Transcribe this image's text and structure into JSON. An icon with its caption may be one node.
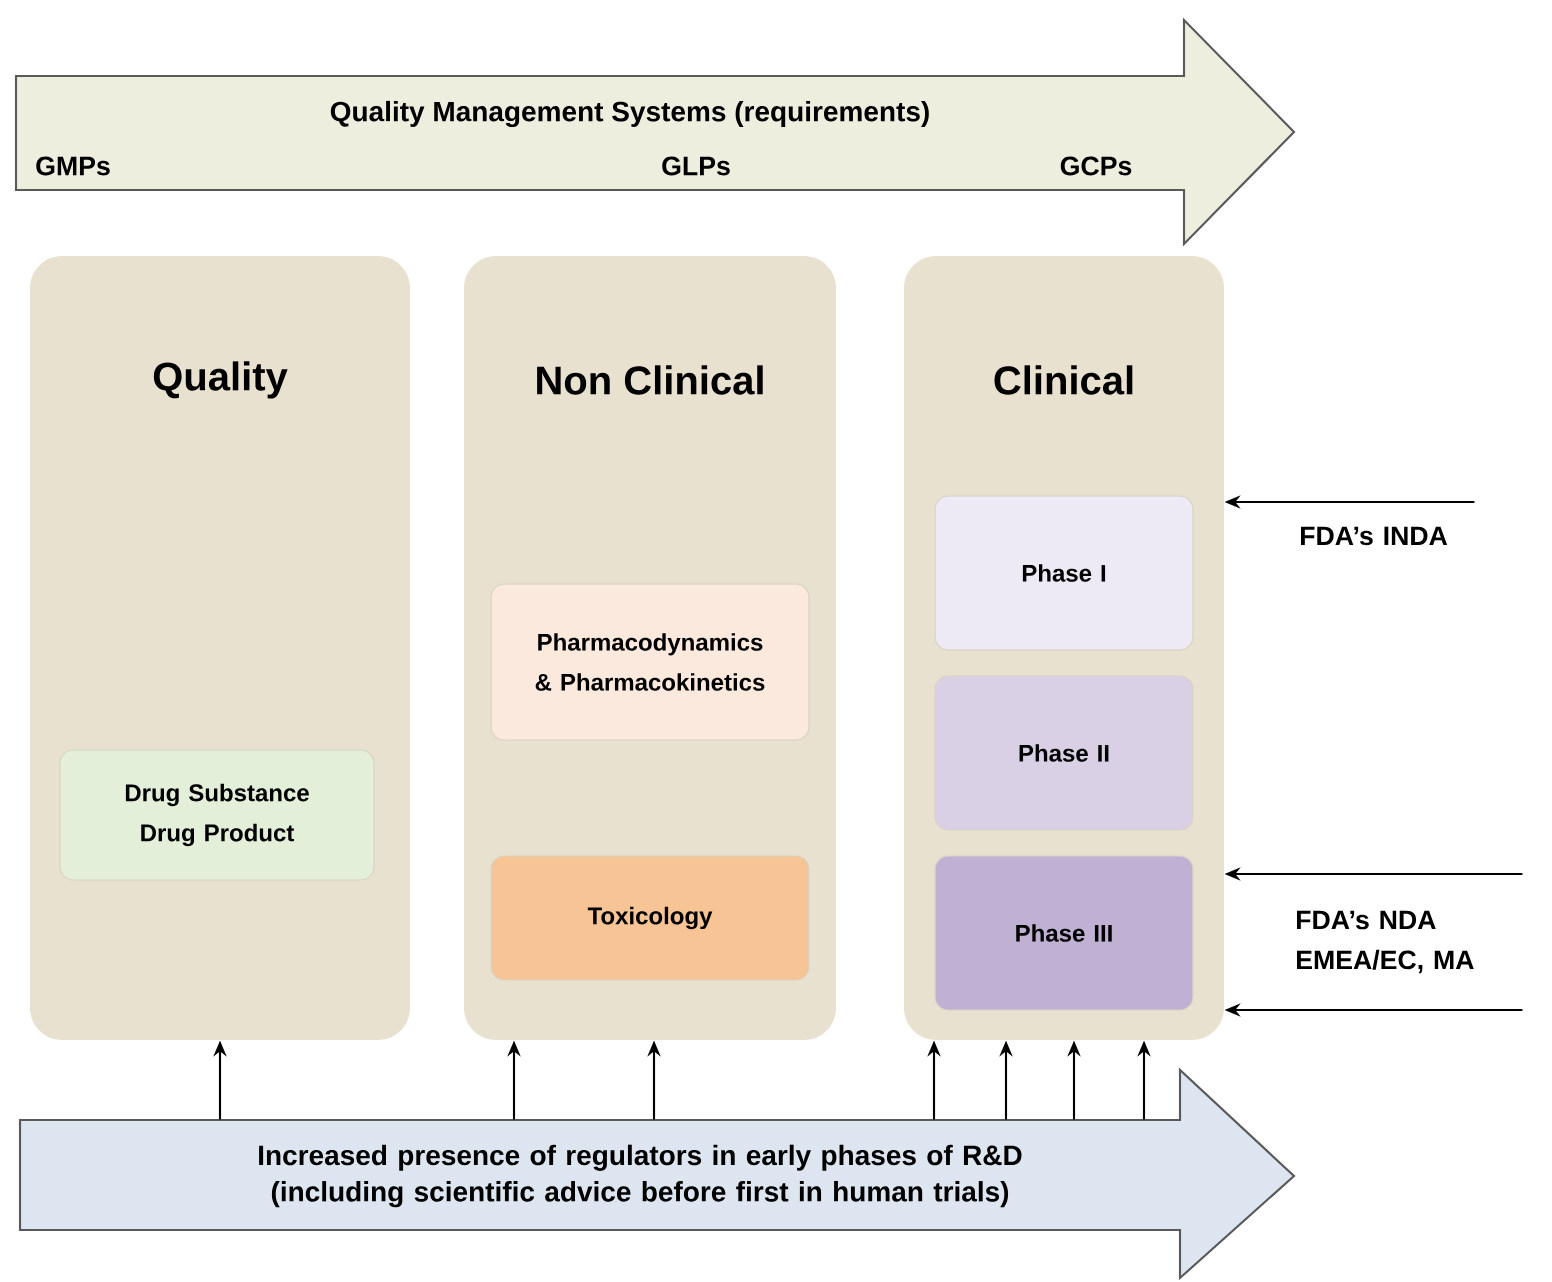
{
  "diagram": {
    "nodes": [
      {
        "text": [
          "Quality Management Systems (requirements)",
          "GMPs",
          "GLPs",
          "GCPs"
        ]
      },
      {
        "text": [
          "Quality"
        ]
      },
      {
        "text": [
          "Drug Substance Drug Product"
        ],
        "in": 1
      },
      {
        "text": [
          "Non Clinical"
        ]
      },
      {
        "text": [
          "Pharmacodynamics & Pharmacokinetics"
        ],
        "in": 3
      },
      {
        "text": [
          "Toxicology"
        ],
        "in": 3
      },
      {
        "text": [
          "Clinical"
        ]
      },
      {
        "text": [
          "Phase I"
        ],
        "in": 6
      },
      {
        "text": [
          "Phase II"
        ],
        "in": 6
      },
      {
        "text": [
          "Phase III"
        ],
        "in": 6
      },
      {
        "text": [
          "Increased presence of regulators in early phases of R&D (including scientific advice before first in human trials)"
        ]
      },
      {
        "text": [
          "FDA’s INDA"
        ]
      },
      {
        "text": [
          "FDA’s NDA EMEA/EC, MA"
        ]
      }
    ],
    "edges": [
      {
        "from": 10,
        "to": 1,
        "arrow": "to"
      },
      {
        "from": 10,
        "to": 3,
        "arrow": "to"
      },
      {
        "from": 10,
        "to": 3,
        "arrow": "to"
      },
      {
        "from": 10,
        "to": 6,
        "arrow": "to"
      },
      {
        "from": 10,
        "to": 6,
        "arrow": "to"
      },
      {
        "from": 10,
        "to": 6,
        "arrow": "to"
      },
      {
        "from": 10,
        "to": 6,
        "arrow": "to"
      },
      {
        "from": 11,
        "to": 6,
        "arrow": "to"
      },
      {
        "from": 12,
        "to": 6,
        "arrow": "to"
      },
      {
        "from": 12,
        "to": 6,
        "arrow": "to"
      }
    ]
  }
}
